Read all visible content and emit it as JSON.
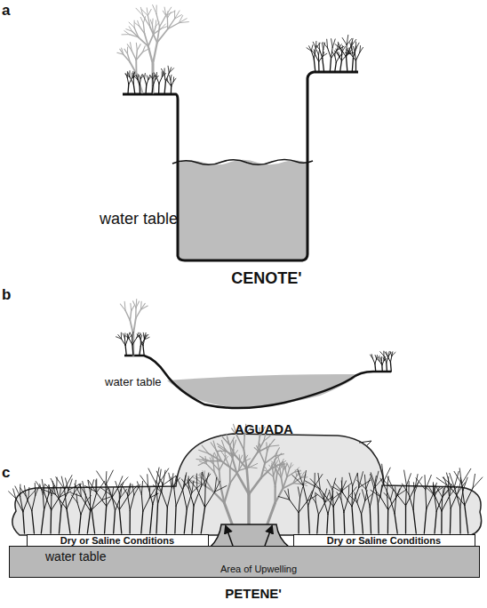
{
  "diagram": {
    "nodes": [
      {
        "text": [
          "water table",
          "Area of Upwelling"
        ]
      },
      {
        "text": [
          "Dry or Saline Conditions"
        ]
      },
      {
        "text": [
          "Dry or Saline Conditions"
        ]
      }
    ],
    "labels": [
      "a",
      "water table",
      "CENOTE'",
      "b",
      "water table",
      "AGUADA",
      "c",
      "PETENE'"
    ]
  }
}
